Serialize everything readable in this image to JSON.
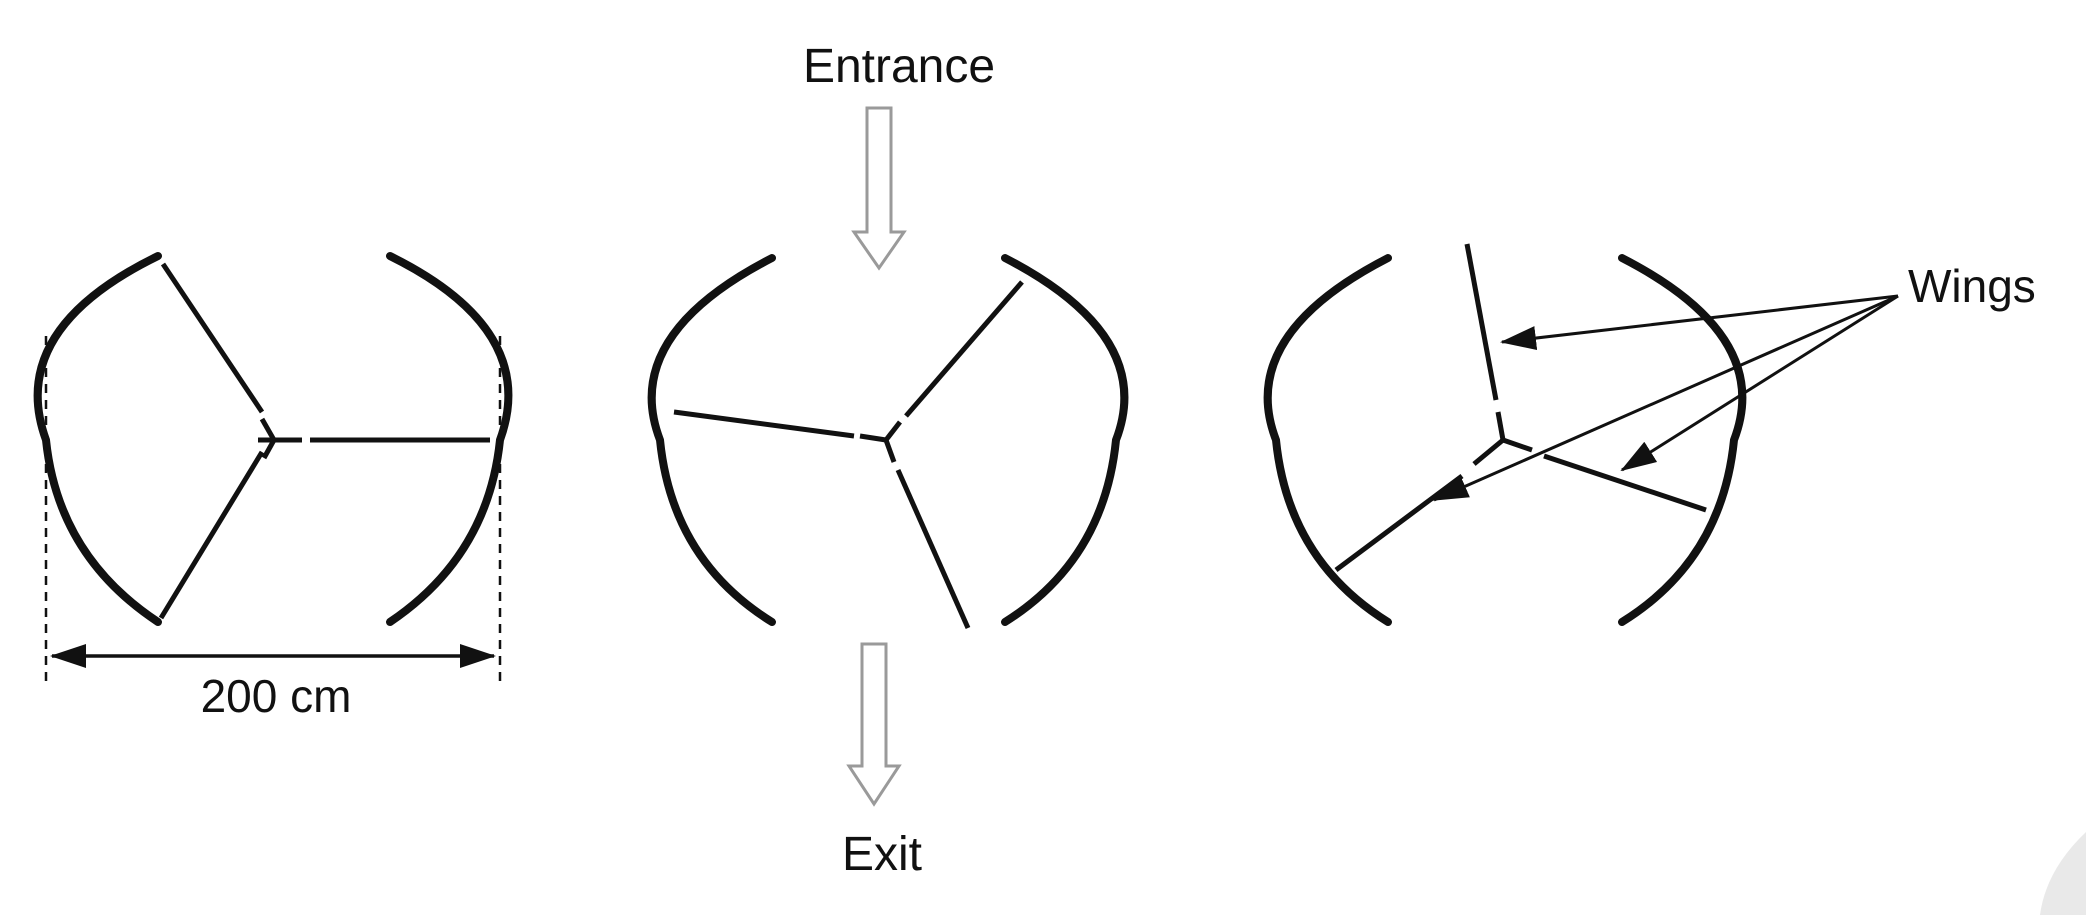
{
  "labels": {
    "entrance": "Entrance",
    "exit": "Exit",
    "wings": "Wings",
    "dimension": "200 cm"
  },
  "panels": [
    {
      "id": "left",
      "description_rotation": "wings at 0, 120, 240 degrees"
    },
    {
      "id": "middle",
      "description_rotation": "rotated"
    },
    {
      "id": "right",
      "description_rotation": "rotated further"
    }
  ],
  "colors": {
    "ink": "#111111",
    "flow_arrow_outline": "#9a9a9a",
    "background": "#ffffff"
  }
}
